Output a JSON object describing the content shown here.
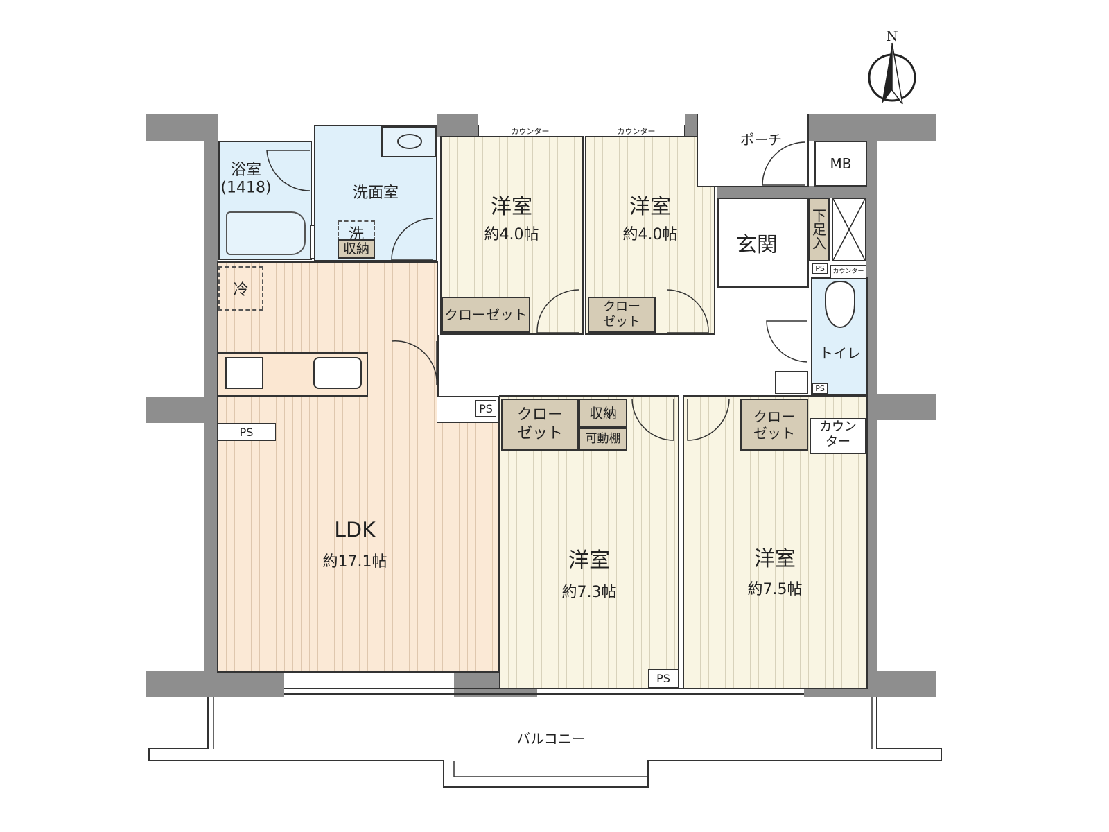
{
  "rooms": {
    "bath": {
      "name": "浴室",
      "size": "(1418)"
    },
    "washroom": {
      "name": "洗面室",
      "washer": "洗",
      "storage": "収納"
    },
    "fridge": "冷",
    "ldk": {
      "name": "LDK",
      "size": "約17.1帖"
    },
    "room1": {
      "name": "洋室",
      "size": "約4.0帖",
      "closet": "クローゼット",
      "counter": "カウンター"
    },
    "room2": {
      "name": "洋室",
      "size": "約4.0帖",
      "closet": "クロー\nゼット",
      "counter": "カウンター"
    },
    "room3": {
      "name": "洋室",
      "size": "約7.3帖",
      "closet": "クロー\nゼット",
      "storage": "収納",
      "shelf": "可動棚"
    },
    "room4": {
      "name": "洋室",
      "size": "約7.5帖",
      "closet": "クロー\nゼット",
      "counter": "カウン\nター"
    },
    "porch": "ポーチ",
    "mb": "MB",
    "genkan": "玄関",
    "shoebox": "下\n足\n入",
    "toilet": {
      "name": "トイレ",
      "counter": "カウンター"
    },
    "ps": "PS",
    "ps_vertical": "P\nS",
    "balcony": "バルコニー"
  },
  "compass": {
    "label": "N"
  },
  "colors": {
    "wall": "#8e8e8e",
    "wood": "#f9f5e3",
    "ldk": "#fbe9d6",
    "wet": "#dff0fa",
    "closet": "#d6ccb6"
  }
}
